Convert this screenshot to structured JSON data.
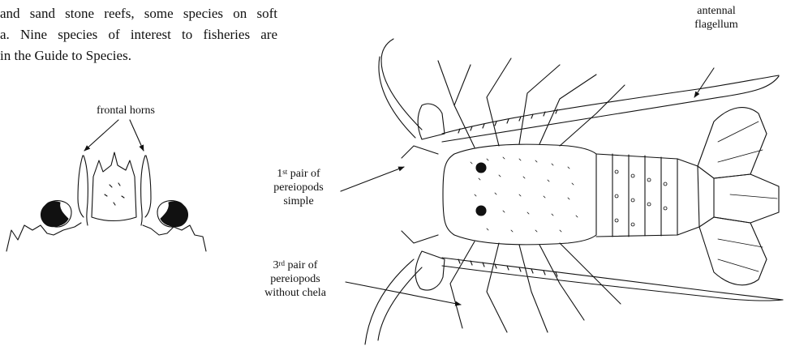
{
  "intro": {
    "line1": "and sand stone reefs, some species on soft",
    "line2": "a. Nine species of interest to fisheries are",
    "line3": "in the Guide to Species."
  },
  "labels": {
    "frontal_horns": "frontal horns",
    "antennal_1": "antennal",
    "antennal_2": "flagellum",
    "pair1_ordinal": "1",
    "pair1_sup": "st",
    "pair1_rest": " pair of",
    "pair1_line2": "pereiopods",
    "pair1_line3": "simple",
    "pair3_ordinal": "3",
    "pair3_sup": "rd",
    "pair3_rest": " pair of",
    "pair3_line2": "pereiopods",
    "pair3_line3": "without chela"
  }
}
